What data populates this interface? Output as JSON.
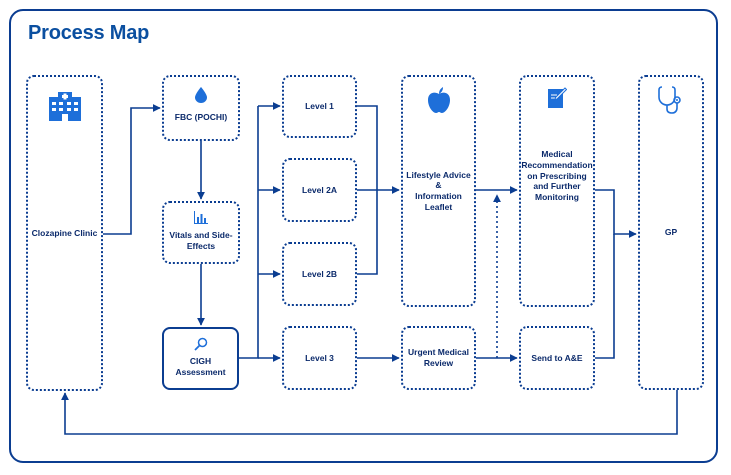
{
  "title": "Process Map",
  "colors": {
    "primary": "#0b3d91",
    "accent": "#1e6fd9",
    "title": "#0b4fa0"
  },
  "nodes": {
    "clozapine_clinic": {
      "label": "Clozapine Clinic",
      "icon": "hospital-icon"
    },
    "fbc": {
      "label": "FBC (POCHI)",
      "icon": "droplet-icon"
    },
    "vitals": {
      "label": "Vitals and Side-\nEffects",
      "icon": "bar-chart-icon"
    },
    "cigh": {
      "label": "CIGH\nAssessment",
      "icon": "magnifier-icon"
    },
    "level1": {
      "label": "Level 1"
    },
    "level2a": {
      "label": "Level 2A"
    },
    "level2b": {
      "label": "Level 2B"
    },
    "level3": {
      "label": "Level 3"
    },
    "lifestyle": {
      "label": "Lifestyle Advice\n&\nInformation\nLeaflet",
      "icon": "apple-icon"
    },
    "urgent": {
      "label": "Urgent Medical\nReview"
    },
    "medical_rec": {
      "label": "Medical\nRecommendation\non Prescribing\nand Further\nMonitoring",
      "icon": "document-pen-icon"
    },
    "send_ae": {
      "label": "Send to A&E"
    },
    "gp": {
      "label": "GP",
      "icon": "stethoscope-icon"
    }
  }
}
